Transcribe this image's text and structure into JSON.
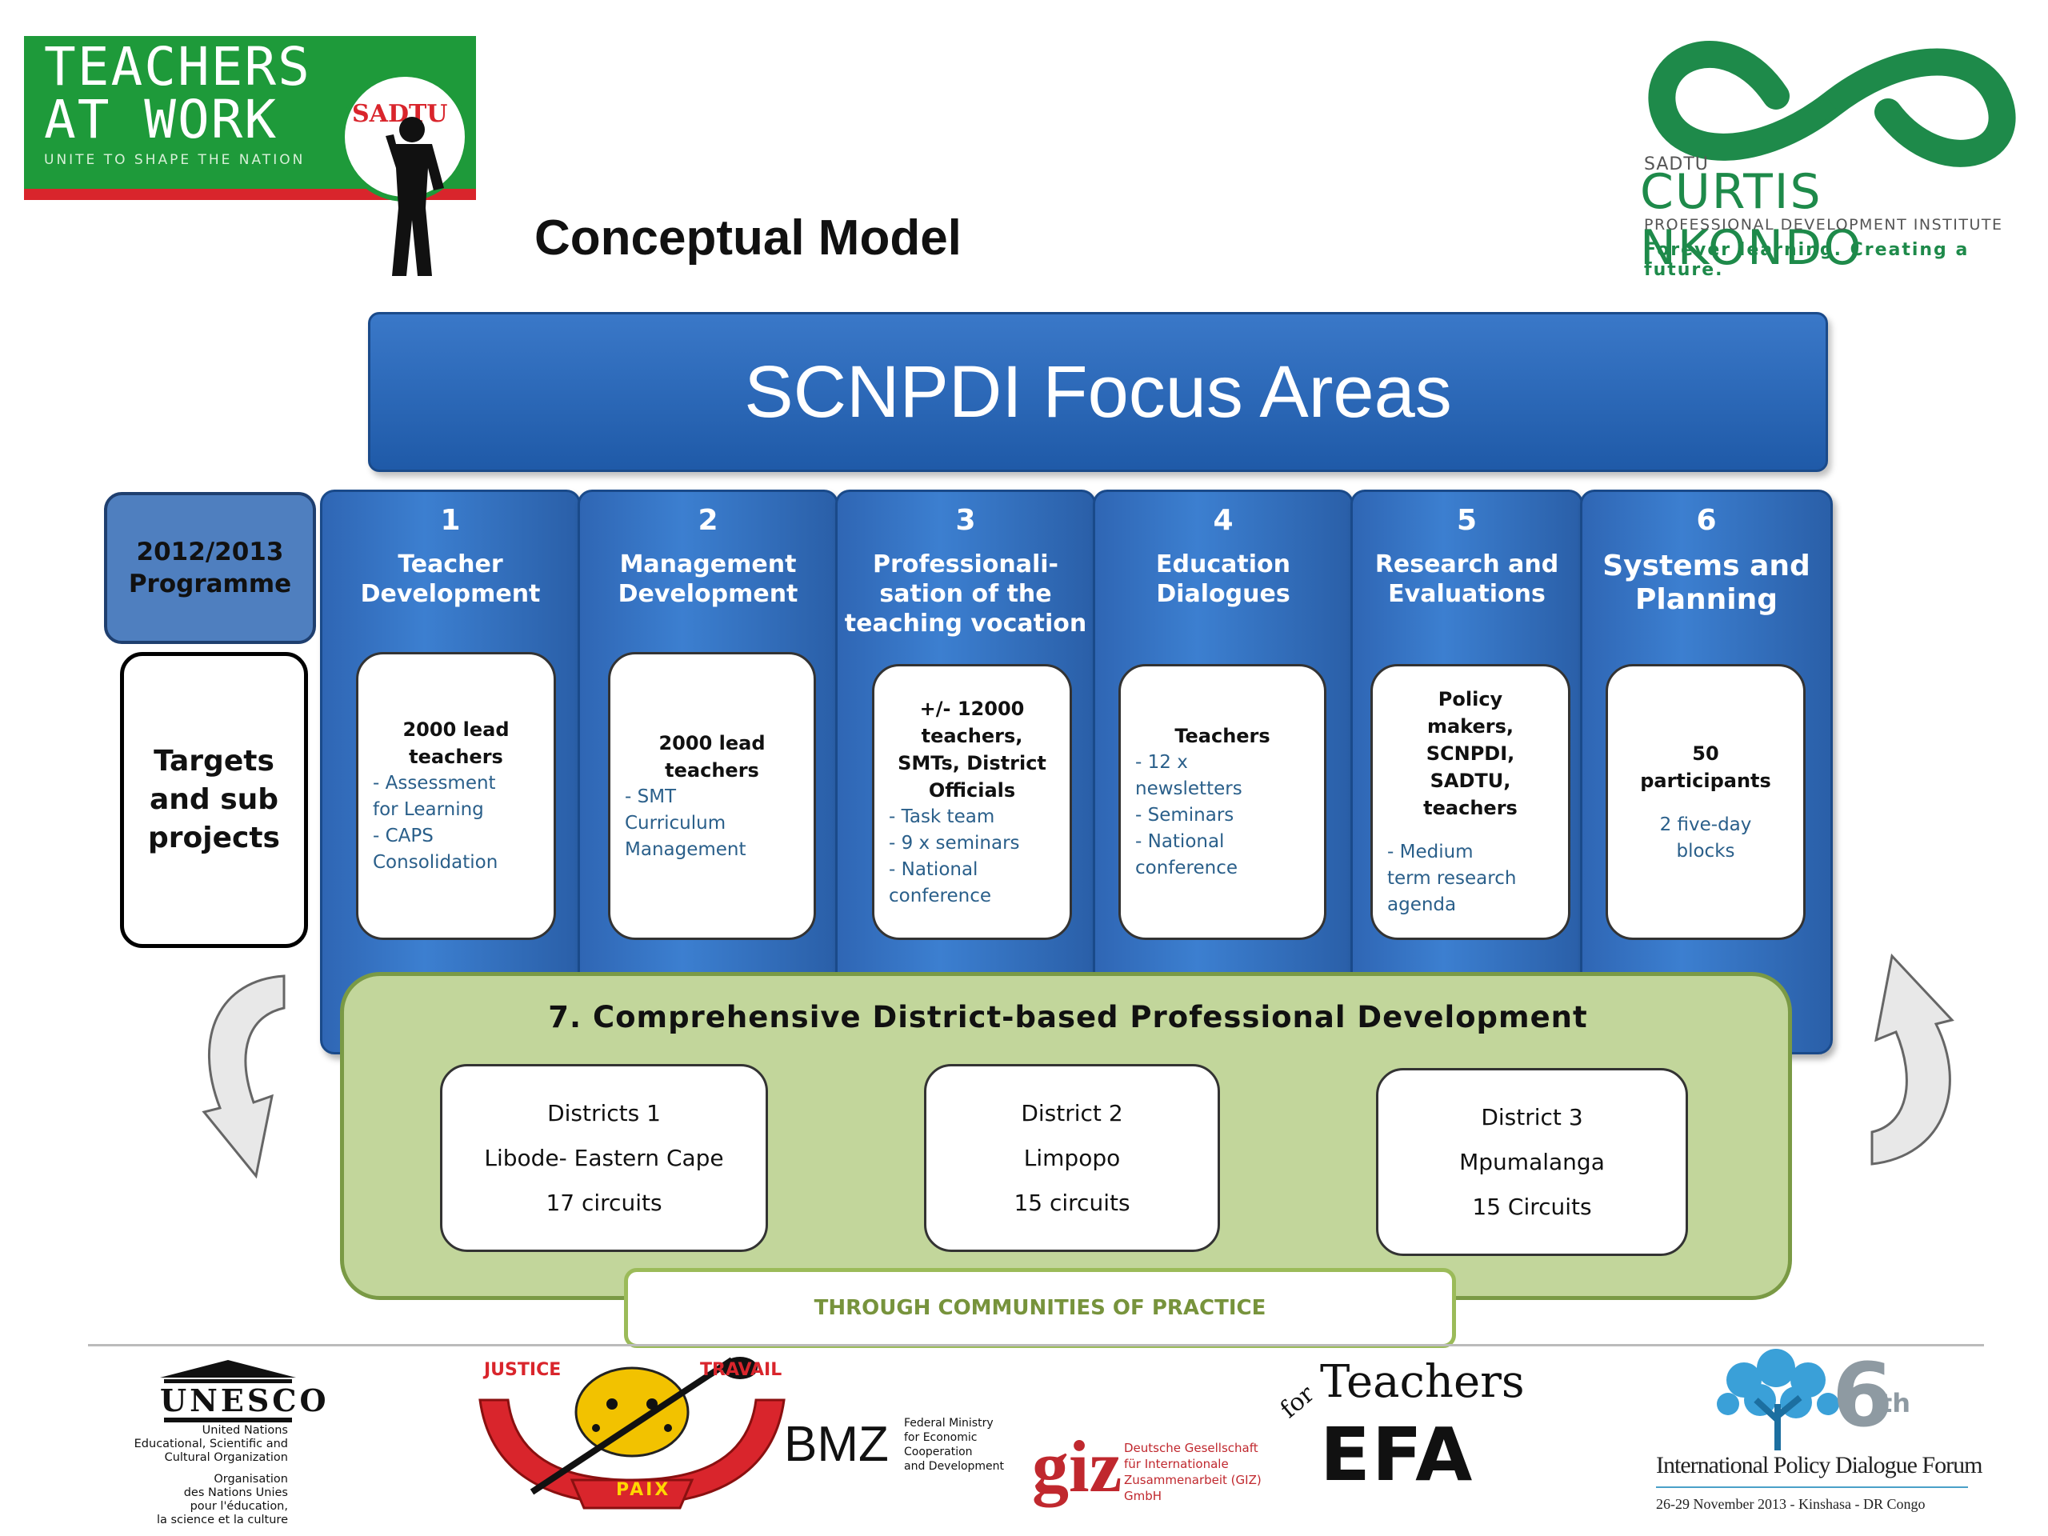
{
  "logos": {
    "teachers_at_work_line1": "TEACHERS",
    "teachers_at_work_line2": "AT WORK",
    "teachers_at_work_tagline": "UNITE TO SHAPE THE NATION",
    "teachers_at_work_badge": "SADTU",
    "cn_sadtu": "SADTU",
    "cn_name": "CURTIS NKONDO",
    "cn_subtitle": "PROFESSIONAL DEVELOPMENT INSTITUTE",
    "cn_tagline": "Forever learning. Creating a future."
  },
  "title": "Conceptual Model",
  "header": "SCNPDI Focus Areas",
  "side": {
    "programme": [
      "2012/2013",
      "Programme"
    ],
    "targets": [
      "Targets",
      "and sub",
      "projects"
    ]
  },
  "columns": [
    {
      "num": "1",
      "title": [
        "Teacher",
        "Development"
      ],
      "lead": [
        "2000 lead",
        "teachers"
      ],
      "items": [
        "- Assessment",
        "for Learning",
        "- CAPS",
        "Consolidation"
      ]
    },
    {
      "num": "2",
      "title": [
        "Management",
        "Development"
      ],
      "lead": [
        "2000 lead",
        "teachers"
      ],
      "items": [
        "- SMT",
        "Curriculum",
        "Management"
      ]
    },
    {
      "num": "3",
      "title": [
        "Professionali-",
        "sation of the",
        "teaching vocation"
      ],
      "lead": [
        "+/- 12000",
        "teachers,",
        "SMTs, District",
        "Officials"
      ],
      "items": [
        "- Task team",
        "- 9 x seminars",
        "- National",
        "conference"
      ]
    },
    {
      "num": "4",
      "title": [
        "Education",
        "Dialogues"
      ],
      "lead": [
        "Teachers"
      ],
      "items": [
        "- 12 x",
        "newsletters",
        "- Seminars",
        "- National",
        "conference"
      ]
    },
    {
      "num": "5",
      "title": [
        "Research and",
        "Evaluations"
      ],
      "lead": [
        "Policy",
        "makers,",
        "SCNPDI,",
        "SADTU,",
        "teachers"
      ],
      "items": [
        "",
        "- Medium",
        "term research",
        "agenda"
      ]
    },
    {
      "num": "6",
      "title": [
        "Systems and",
        "Planning"
      ],
      "lead": [
        "50",
        "participants"
      ],
      "items": [
        "",
        "2 five-day",
        "blocks"
      ]
    }
  ],
  "district_band": {
    "title": "7. Comprehensive  District-based  Professional  Development",
    "districts": [
      {
        "name": "Districts 1",
        "place": "Libode- Eastern Cape",
        "circuits": "17 circuits"
      },
      {
        "name": "District 2",
        "place": "Limpopo",
        "circuits": "15 circuits"
      },
      {
        "name": "District 3",
        "place": "Mpumalanga",
        "circuits": "15 Circuits"
      }
    ],
    "footer": "THROUGH COMMUNITIES OF PRACTICE"
  },
  "footer_logos": {
    "unesco": "UNESCO",
    "unesco_text": [
      "United Nations",
      "Educational, Scientific and",
      "Cultural Organization",
      "",
      "Organisation",
      "des Nations Unies",
      "pour l'éducation,",
      "la science et la culture"
    ],
    "drc_motto": [
      "JUSTICE",
      "PAIX",
      "TRAVAIL"
    ],
    "bmz": "BMZ",
    "bmz_text": [
      "Federal Ministry",
      "for Economic Cooperation",
      "and Development"
    ],
    "giz": "giz",
    "giz_text": [
      "Deutsche Gesellschaft",
      "für Internationale",
      "Zusammenarbeit (GIZ) GmbH"
    ],
    "teachers_for": "for",
    "teachers": "Teachers",
    "efa": "EFA",
    "forum_number": "6",
    "forum_suffix": "th",
    "forum_name": "International Policy Dialogue Forum",
    "forum_date": "26-29 November 2013 - Kinshasa - DR Congo"
  },
  "colors": {
    "header_blue": "#2f66b4",
    "green_band": "#c2d69b",
    "item_text": "#2a5f8a",
    "cop_text": "#77933c"
  }
}
